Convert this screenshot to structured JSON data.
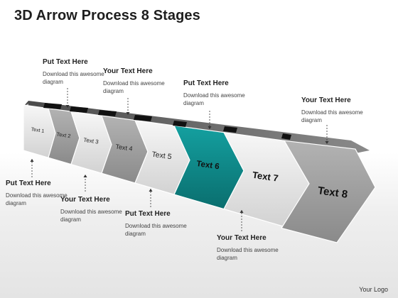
{
  "title": "3D Arrow Process 8 Stages",
  "stages": [
    {
      "label": "Text 1"
    },
    {
      "label": "Text 2"
    },
    {
      "label": "Text 3"
    },
    {
      "label": "Text 4"
    },
    {
      "label": "Text 5"
    },
    {
      "label": "Text 6"
    },
    {
      "label": "Text 7"
    },
    {
      "label": "Text 8"
    }
  ],
  "callouts": [
    {
      "title": "Put Text Here",
      "body": "Download this awesome diagram"
    },
    {
      "title": "Your Text Here",
      "body": "Download this awesome diagram"
    },
    {
      "title": "Put Text Here",
      "body": "Download this awesome diagram"
    },
    {
      "title": "Your Text Here",
      "body": "Download this awesome diagram"
    },
    {
      "title": "Put Text Here",
      "body": "Download this awesome diagram"
    },
    {
      "title": "Your Text Here",
      "body": "Download this awesome diagram"
    },
    {
      "title": "Put Text Here",
      "body": "Download this awesome diagram"
    },
    {
      "title": "Your Text Here",
      "body": "Download this awesome diagram"
    }
  ],
  "logo": "Your Logo",
  "colors": {
    "highlight": "#0f8a8a",
    "dark_stage": "#9c9c9c",
    "light_stage": "#e9e9e9",
    "tab": "#111111",
    "top_face": "#6f6f6f"
  }
}
